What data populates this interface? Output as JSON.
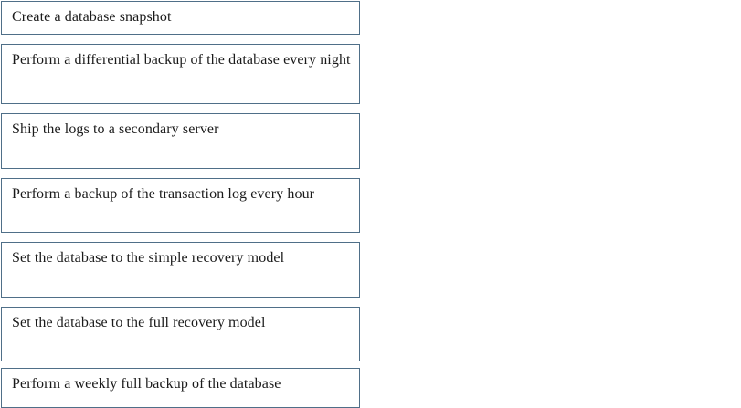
{
  "options": [
    {
      "label": "Create a database snapshot"
    },
    {
      "label": "Perform a differential backup of the database every night"
    },
    {
      "label": "Ship the logs to a secondary server"
    },
    {
      "label": "Perform a backup of the transaction log every hour"
    },
    {
      "label": "Set the database to the simple recovery model"
    },
    {
      "label": "Set the database to the full recovery model"
    },
    {
      "label": "Perform a weekly full backup of the database"
    }
  ]
}
